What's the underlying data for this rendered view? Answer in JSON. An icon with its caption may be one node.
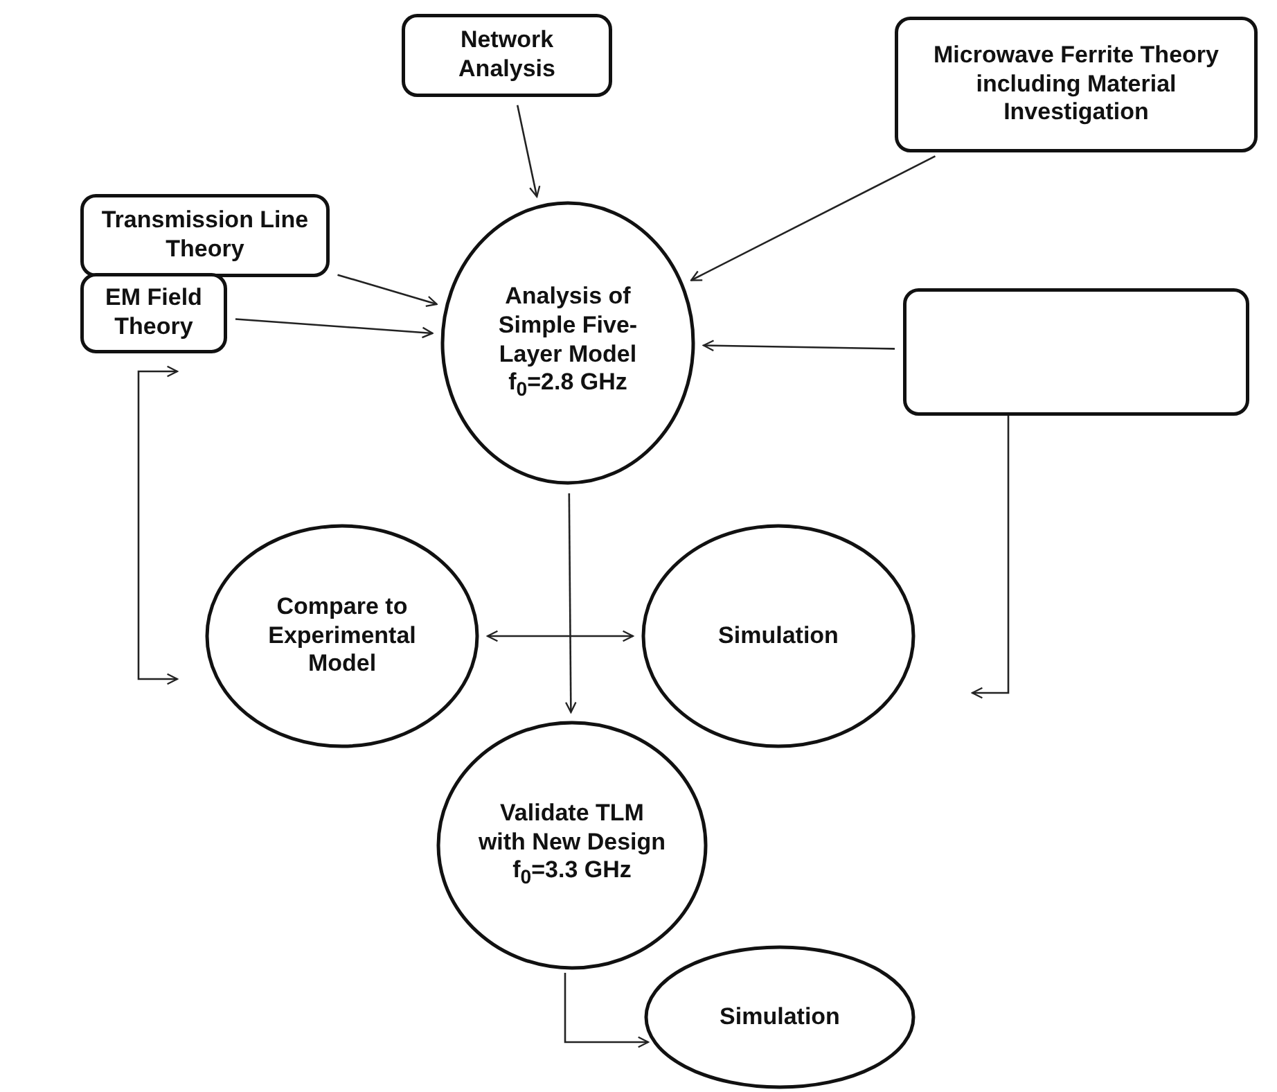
{
  "diagram": {
    "nodes": [
      {
        "text": [
          "Transmission Line Theory"
        ]
      },
      {
        "text": [
          "Network Analysis"
        ]
      },
      {
        "text": [
          "Microwave Ferrite Theory including Material Investigation"
        ]
      },
      {
        "text": [
          "EM Field Theory"
        ]
      },
      {
        "text": [],
        "shape": "box"
      },
      {
        "text": [
          "Analysis of Simple Five-Layer Model f$_{0}$=2.8 GHz"
        ]
      },
      {
        "text": [
          "Compare to Experimental Model"
        ]
      },
      {
        "text": [
          "Simulation"
        ]
      },
      {
        "text": [
          "Validate TLM with New Design f$_{0}$=3.3 GHz"
        ]
      },
      {
        "text": [
          "Simulation"
        ]
      }
    ],
    "edges": [
      {
        "from": 0,
        "to": 5,
        "arrow": "to"
      },
      {
        "from": 1,
        "to": 5,
        "arrow": "to"
      },
      {
        "from": 2,
        "to": 5,
        "arrow": "to"
      },
      {
        "from": 3,
        "to": 5,
        "arrow": "to"
      },
      {
        "from": 4,
        "to": 5,
        "arrow": "to"
      },
      {
        "from": 5,
        "to": 8,
        "arrow": "to"
      },
      {
        "from": 6,
        "to": 7,
        "arrow": "both"
      },
      {
        "from": 8,
        "to": 9,
        "arrow": "to"
      }
    ]
  }
}
